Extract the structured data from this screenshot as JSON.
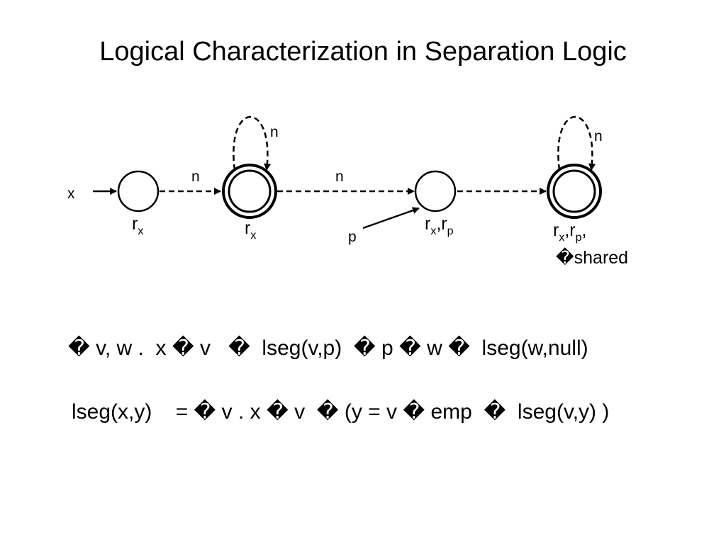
{
  "title": "Logical Characterization in Separation Logic",
  "diagram": {
    "var_x": "x",
    "var_p": "p",
    "edge_n_1": "n",
    "edge_n_2": "n",
    "self_loop_n_1": "n",
    "self_loop_n_2": "n",
    "node1": {
      "r": "r",
      "sub": "x"
    },
    "node2": {
      "r": "r",
      "sub": "x"
    },
    "node3": {
      "r1": "r",
      "sub1": "x",
      "sep": ",",
      "r2": "r",
      "sub2": "p"
    },
    "node4": {
      "r1": "r",
      "sub1": "x",
      "sep": ",",
      "r2": "r",
      "sub2": "p",
      "trail": ",",
      "shared_label": "�shared"
    }
  },
  "formulas": {
    "line1": "� v, w .  x � v   �  lseg(v,p)  � p � w �  lseg(w,null)",
    "line2": "lseg(x,y)    = � v . x � v  � (y = v � emp  �  lseg(v,y) )"
  }
}
